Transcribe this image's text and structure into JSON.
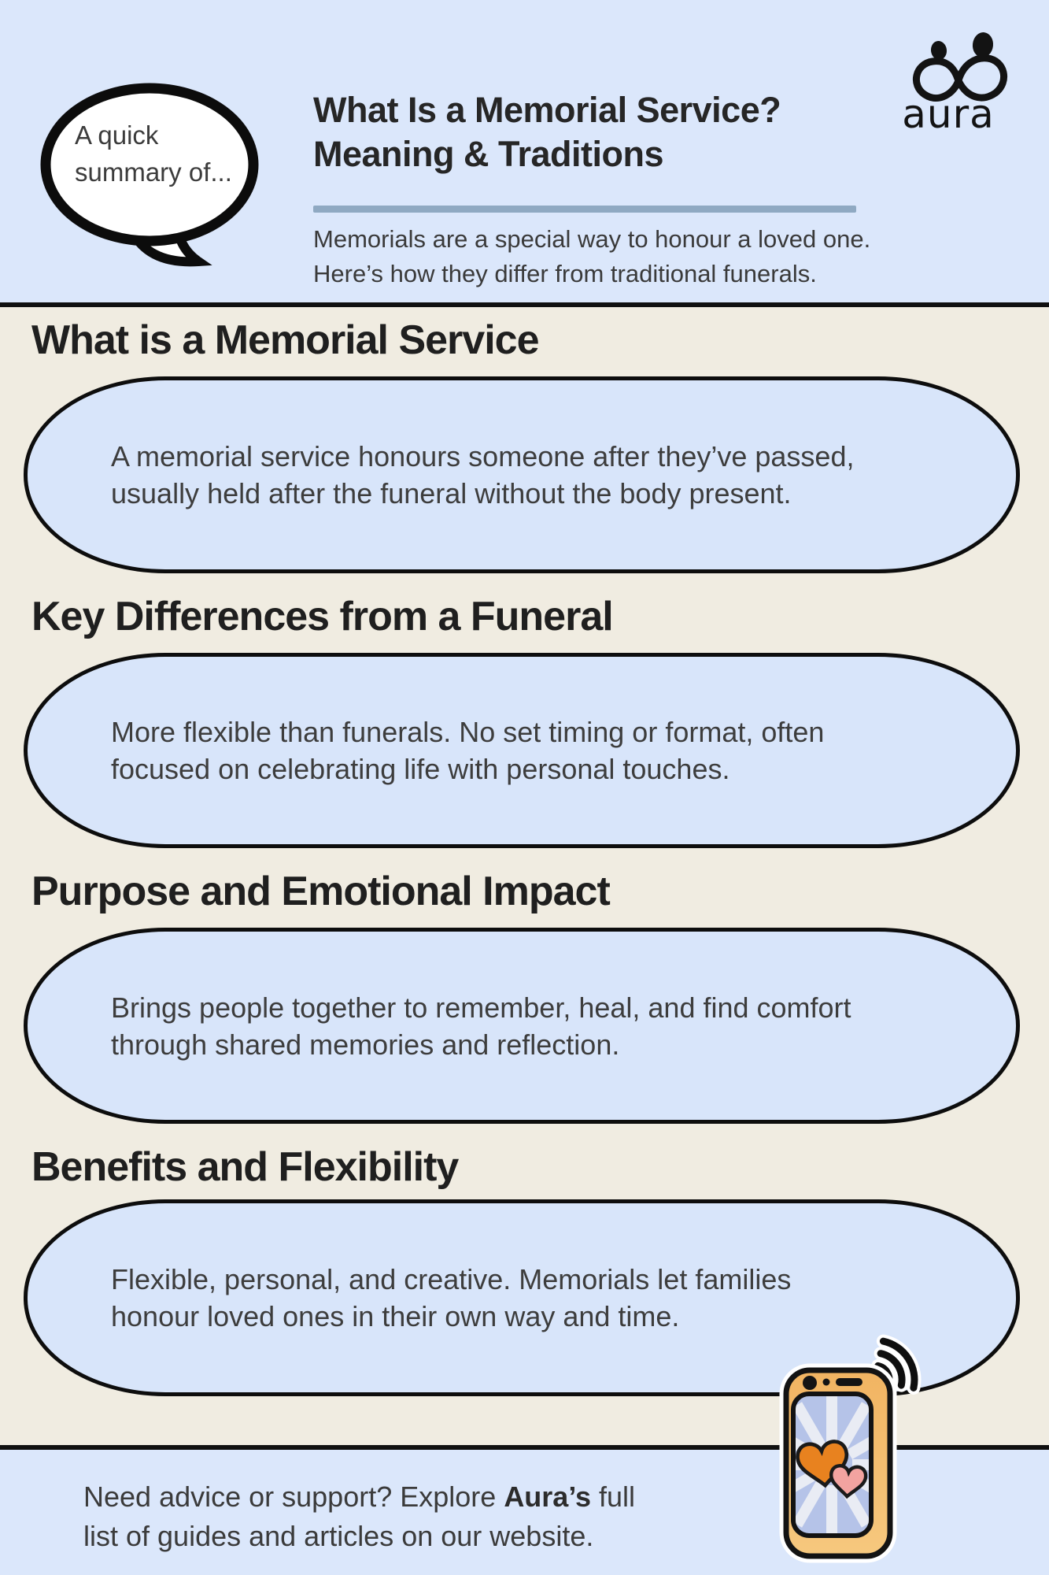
{
  "header": {
    "bubble": {
      "line1": "A quick",
      "line2": "summary of..."
    },
    "title": {
      "line1": "What Is a Memorial Service?",
      "line2": "Meaning & Traditions"
    },
    "subtitle": {
      "line1": "Memorials are a special way to honour a loved one.",
      "line2": "Here’s how they differ from traditional funerals."
    },
    "logo": {
      "wordmark": "aura"
    }
  },
  "sections": [
    {
      "heading": "What is a Memorial Service",
      "line1": "A memorial service honours someone after they’ve passed,",
      "line2": "usually held after the funeral without the body present."
    },
    {
      "heading": "Key Differences from a Funeral",
      "line1": "More flexible than funerals. No set timing or format, often",
      "line2": "focused on celebrating life with personal touches."
    },
    {
      "heading": "Purpose and Emotional Impact",
      "line1": "Brings people together to remember, heal, and find comfort",
      "line2": "through shared memories and reflection."
    },
    {
      "heading": "Benefits and Flexibility",
      "line1": "Flexible, personal, and creative. Memorials let families",
      "line2": "honour loved ones in their own way and time."
    }
  ],
  "footer": {
    "line1_prefix": "Need advice or support? Explore ",
    "line1_bold": "Aura’s",
    "line1_suffix": " full",
    "line2": "list of guides and articles on our website."
  },
  "colors": {
    "header_bg": "#dbe7fb",
    "body_bg": "#f0ece1",
    "pill_bg": "#d8e5fa",
    "outline_black": "#101010",
    "divider_blue": "#8fa9c2",
    "heading_text": "#1f1f1f",
    "body_text": "#3d3d3d",
    "phone_body_orange": "#f3bc6b",
    "phone_screen_blue": "#b5c3e8",
    "heart_orange": "#e8821f",
    "heart_pink": "#f2a3a0"
  }
}
